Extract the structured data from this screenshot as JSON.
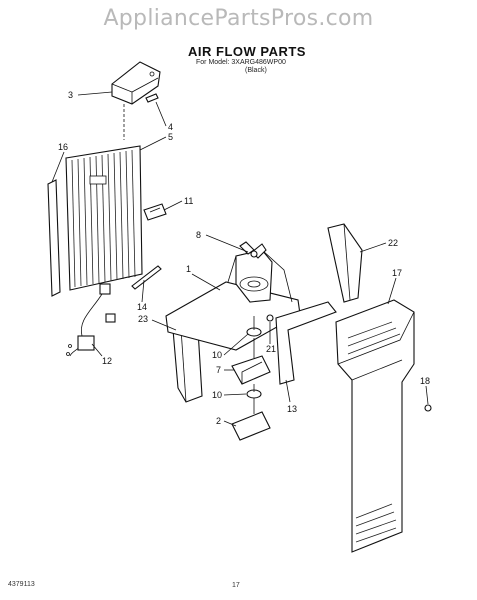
{
  "watermark": "AppliancePartsPros.com",
  "header": {
    "title": "AIR FLOW PARTS",
    "model": "For Model: 3XARG486WP00",
    "color": "(Black)"
  },
  "footer": {
    "doc_number": "4379113",
    "page": "17"
  },
  "callouts": [
    "1",
    "2",
    "3",
    "4",
    "5",
    "7",
    "8",
    "10",
    "10",
    "11",
    "12",
    "13",
    "14",
    "16",
    "17",
    "18",
    "21",
    "22",
    "23"
  ]
}
